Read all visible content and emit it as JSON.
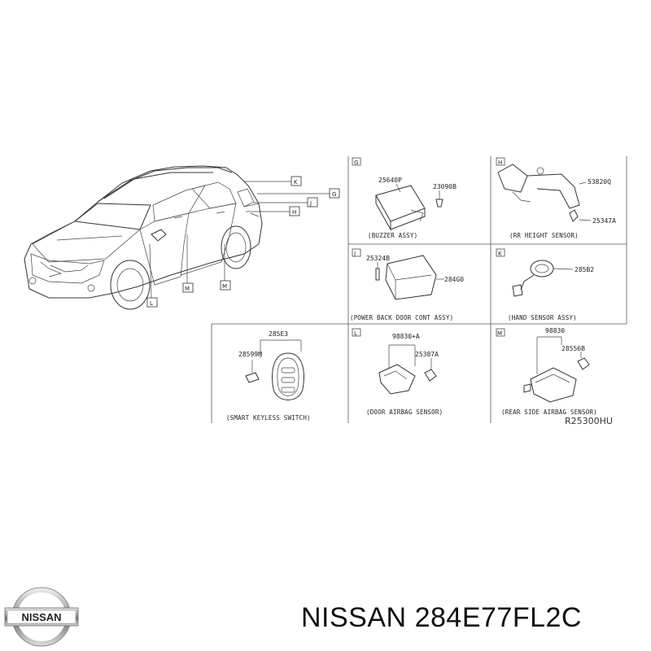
{
  "diagram": {
    "car_callouts": [
      "K",
      "G",
      "J",
      "H",
      "M",
      "M",
      "L"
    ],
    "panels": [
      {
        "letter": "G",
        "caption": "(BUZZER ASSY)",
        "parts": [
          "25640P",
          "23090B"
        ]
      },
      {
        "letter": "H",
        "caption": "(RR HEIGHT SENSOR)",
        "parts": [
          "53820Q",
          "25347A"
        ]
      },
      {
        "letter": "J",
        "caption": "(POWER BACK DOOR CONT ASSY)",
        "parts": [
          "25324B",
          "284G0"
        ]
      },
      {
        "letter": "K",
        "caption": "(HAND SENSOR ASSY)",
        "parts": [
          "285B2"
        ]
      },
      {
        "letter": "",
        "caption": "(SMART KEYLESS SWITCH)",
        "parts": [
          "285E3",
          "28599M"
        ]
      },
      {
        "letter": "L",
        "caption": "(DOOR AIRBAG SENSOR)",
        "parts": [
          "98830+A",
          "25387A"
        ]
      },
      {
        "letter": "M",
        "caption": "(REAR SIDE AIRBAG SENSOR)",
        "parts": [
          "98830",
          "28556B"
        ]
      }
    ],
    "diagram_code": "R25300HU"
  },
  "branding": {
    "logo_text": "NISSAN",
    "brand": "NISSAN",
    "part_number": "284E77FL2C"
  }
}
